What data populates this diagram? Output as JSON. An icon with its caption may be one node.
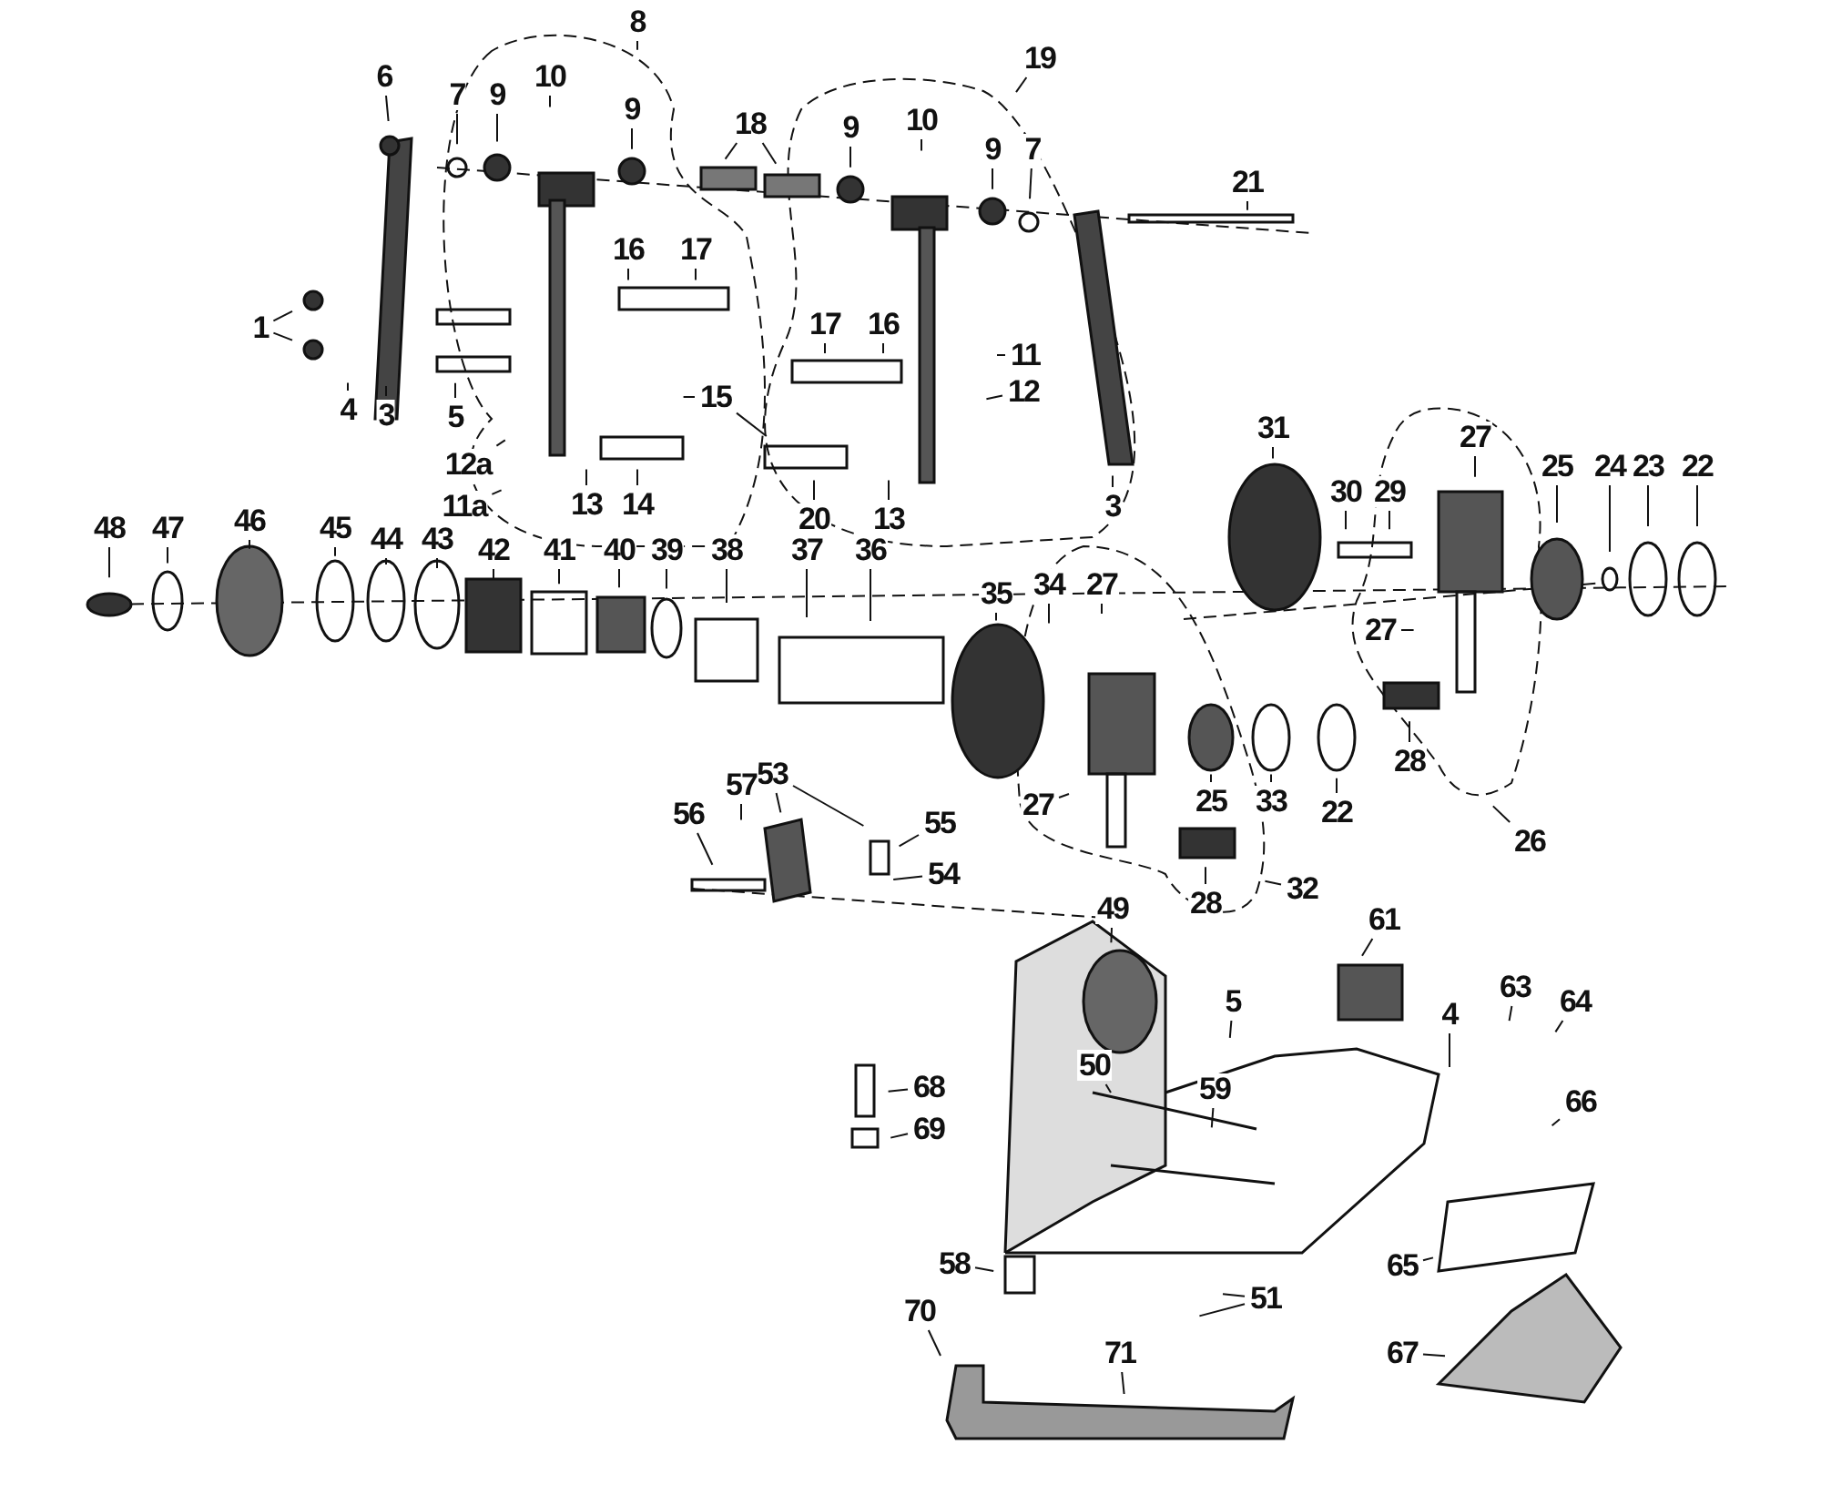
{
  "diagram": {
    "nodes": [
      {
        "text": [
          "1"
        ]
      },
      {
        "text": [
          "6"
        ]
      },
      {
        "text": [
          "7"
        ]
      },
      {
        "text": [
          "9"
        ]
      },
      {
        "text": [
          "8"
        ]
      },
      {
        "text": [
          "10"
        ]
      },
      {
        "text": [
          "9"
        ]
      },
      {
        "text": [
          "18"
        ]
      },
      {
        "text": [
          "9"
        ]
      },
      {
        "text": [
          "10"
        ]
      },
      {
        "text": [
          "19"
        ]
      },
      {
        "text": [
          "9"
        ]
      },
      {
        "text": [
          "7"
        ]
      },
      {
        "text": [
          "21"
        ]
      },
      {
        "text": [
          "16"
        ]
      },
      {
        "text": [
          "17"
        ]
      },
      {
        "text": [
          "17"
        ]
      },
      {
        "text": [
          "16"
        ]
      },
      {
        "text": [
          "11"
        ]
      },
      {
        "text": [
          "12"
        ]
      },
      {
        "text": [
          "15"
        ]
      },
      {
        "text": [
          "3"
        ]
      },
      {
        "text": [
          "4"
        ]
      },
      {
        "text": [
          "5"
        ]
      },
      {
        "text": [
          "12a"
        ]
      },
      {
        "text": [
          "11a"
        ]
      },
      {
        "text": [
          "13"
        ]
      },
      {
        "text": [
          "14"
        ]
      },
      {
        "text": [
          "20"
        ]
      },
      {
        "text": [
          "13"
        ]
      },
      {
        "text": [
          "3"
        ]
      },
      {
        "text": [
          "31"
        ]
      },
      {
        "text": [
          "27"
        ]
      },
      {
        "text": [
          "25"
        ]
      },
      {
        "text": [
          "24"
        ]
      },
      {
        "text": [
          "23"
        ]
      },
      {
        "text": [
          "22"
        ]
      },
      {
        "text": [
          "30"
        ]
      },
      {
        "text": [
          "29"
        ]
      },
      {
        "text": [
          "48"
        ]
      },
      {
        "text": [
          "47"
        ]
      },
      {
        "text": [
          "46"
        ]
      },
      {
        "text": [
          "45"
        ]
      },
      {
        "text": [
          "44"
        ]
      },
      {
        "text": [
          "43"
        ]
      },
      {
        "text": [
          "42"
        ]
      },
      {
        "text": [
          "41"
        ]
      },
      {
        "text": [
          "40"
        ]
      },
      {
        "text": [
          "39"
        ]
      },
      {
        "text": [
          "38"
        ]
      },
      {
        "text": [
          "37"
        ]
      },
      {
        "text": [
          "36"
        ]
      },
      {
        "text": [
          "35"
        ]
      },
      {
        "text": [
          "34"
        ]
      },
      {
        "text": [
          "27"
        ]
      },
      {
        "text": [
          "27"
        ]
      },
      {
        "text": [
          "28"
        ]
      },
      {
        "text": [
          "25"
        ]
      },
      {
        "text": [
          "33"
        ]
      },
      {
        "text": [
          "22"
        ]
      },
      {
        "text": [
          "27"
        ]
      },
      {
        "text": [
          "26"
        ]
      },
      {
        "text": [
          "53"
        ]
      },
      {
        "text": [
          "57"
        ]
      },
      {
        "text": [
          "56"
        ]
      },
      {
        "text": [
          "55"
        ]
      },
      {
        "text": [
          "54"
        ]
      },
      {
        "text": [
          "28"
        ]
      },
      {
        "text": [
          "32"
        ]
      },
      {
        "text": [
          "49"
        ]
      },
      {
        "text": [
          "61"
        ]
      },
      {
        "text": [
          "5"
        ]
      },
      {
        "text": [
          "63"
        ]
      },
      {
        "text": [
          "64"
        ]
      },
      {
        "text": [
          "4"
        ]
      },
      {
        "text": [
          "50"
        ]
      },
      {
        "text": [
          "59"
        ]
      },
      {
        "text": [
          "68"
        ]
      },
      {
        "text": [
          "69"
        ]
      },
      {
        "text": [
          "66"
        ]
      },
      {
        "text": [
          "58"
        ]
      },
      {
        "text": [
          "65"
        ]
      },
      {
        "text": [
          "51"
        ]
      },
      {
        "text": [
          "70"
        ]
      },
      {
        "text": [
          "71"
        ]
      },
      {
        "text": [
          "67"
        ]
      }
    ],
    "edges": [
      {
        "from": 0,
        "to": null,
        "arrow": "none"
      },
      {
        "from": 0,
        "to": null,
        "arrow": "none"
      },
      {
        "from": 1,
        "to": null,
        "arrow": "none"
      },
      {
        "from": 2,
        "to": null,
        "arrow": "none"
      },
      {
        "from": 3,
        "to": null,
        "arrow": "none"
      },
      {
        "from": 4,
        "to": null,
        "arrow": "none"
      },
      {
        "from": 5,
        "to": null,
        "arrow": "none"
      },
      {
        "from": 6,
        "to": null,
        "arrow": "none"
      },
      {
        "from": 7,
        "to": null,
        "arrow": "none"
      },
      {
        "from": 7,
        "to": null,
        "arrow": "none"
      },
      {
        "from": 8,
        "to": null,
        "arrow": "none"
      },
      {
        "from": 9,
        "to": null,
        "arrow": "none"
      },
      {
        "from": 10,
        "to": null,
        "arrow": "none"
      },
      {
        "from": 11,
        "to": null,
        "arrow": "none"
      },
      {
        "from": 12,
        "to": null,
        "arrow": "none"
      },
      {
        "from": 13,
        "to": null,
        "arrow": "none"
      },
      {
        "from": 14,
        "to": null,
        "arrow": "none"
      },
      {
        "from": 15,
        "to": null,
        "arrow": "none"
      },
      {
        "from": 16,
        "to": null,
        "arrow": "none"
      },
      {
        "from": 17,
        "to": null,
        "arrow": "none"
      },
      {
        "from": 18,
        "to": null,
        "arrow": "none"
      },
      {
        "from": 19,
        "to": null,
        "arrow": "none"
      },
      {
        "from": 20,
        "to": null,
        "arrow": "none"
      },
      {
        "from": 20,
        "to": null,
        "arrow": "none"
      },
      {
        "from": 21,
        "to": null,
        "arrow": "none"
      },
      {
        "from": 22,
        "to": null,
        "arrow": "none"
      },
      {
        "from": 23,
        "to": null,
        "arrow": "none"
      },
      {
        "from": 24,
        "to": null,
        "arrow": "none"
      },
      {
        "from": 25,
        "to": null,
        "arrow": "none"
      },
      {
        "from": 26,
        "to": null,
        "arrow": "none"
      },
      {
        "from": 27,
        "to": null,
        "arrow": "none"
      },
      {
        "from": 28,
        "to": null,
        "arrow": "none"
      },
      {
        "from": 29,
        "to": null,
        "arrow": "none"
      },
      {
        "from": 30,
        "to": null,
        "arrow": "none"
      },
      {
        "from": 31,
        "to": null,
        "arrow": "none"
      },
      {
        "from": 32,
        "to": null,
        "arrow": "none"
      },
      {
        "from": 33,
        "to": null,
        "arrow": "none"
      },
      {
        "from": 34,
        "to": null,
        "arrow": "none"
      },
      {
        "from": 35,
        "to": null,
        "arrow": "none"
      },
      {
        "from": 36,
        "to": null,
        "arrow": "none"
      },
      {
        "from": 37,
        "to": null,
        "arrow": "none"
      },
      {
        "from": 38,
        "to": null,
        "arrow": "none"
      },
      {
        "from": 39,
        "to": null,
        "arrow": "none"
      },
      {
        "from": 40,
        "to": null,
        "arrow": "none"
      },
      {
        "from": 41,
        "to": null,
        "arrow": "none"
      },
      {
        "from": 42,
        "to": null,
        "arrow": "none"
      },
      {
        "from": 43,
        "to": null,
        "arrow": "none"
      },
      {
        "from": 44,
        "to": null,
        "arrow": "none"
      },
      {
        "from": 45,
        "to": null,
        "arrow": "none"
      },
      {
        "from": 46,
        "to": null,
        "arrow": "none"
      },
      {
        "from": 47,
        "to": null,
        "arrow": "none"
      },
      {
        "from": 48,
        "to": null,
        "arrow": "none"
      },
      {
        "from": 49,
        "to": null,
        "arrow": "none"
      },
      {
        "from": 50,
        "to": null,
        "arrow": "none"
      },
      {
        "from": 51,
        "to": null,
        "arrow": "none"
      },
      {
        "from": 52,
        "to": null,
        "arrow": "none"
      },
      {
        "from": 53,
        "to": null,
        "arrow": "none"
      },
      {
        "from": 54,
        "to": null,
        "arrow": "none"
      },
      {
        "from": 55,
        "to": null,
        "arrow": "none"
      },
      {
        "from": 56,
        "to": null,
        "arrow": "none"
      },
      {
        "from": 57,
        "to": null,
        "arrow": "none"
      },
      {
        "from": 58,
        "to": null,
        "arrow": "none"
      },
      {
        "from": 59,
        "to": null,
        "arrow": "none"
      },
      {
        "from": 60,
        "to": null,
        "arrow": "none"
      },
      {
        "from": 61,
        "to": null,
        "arrow": "none"
      },
      {
        "from": 62,
        "to": null,
        "arrow": "none"
      },
      {
        "from": 62,
        "to": null,
        "arrow": "none"
      },
      {
        "from": 63,
        "to": null,
        "arrow": "none"
      },
      {
        "from": 64,
        "to": null,
        "arrow": "none"
      },
      {
        "from": 65,
        "to": null,
        "arrow": "none"
      },
      {
        "from": 66,
        "to": null,
        "arrow": "none"
      },
      {
        "from": 67,
        "to": null,
        "arrow": "none"
      },
      {
        "from": 68,
        "to": null,
        "arrow": "none"
      },
      {
        "from": 69,
        "to": null,
        "arrow": "none"
      },
      {
        "from": 70,
        "to": null,
        "arrow": "none"
      },
      {
        "from": 71,
        "to": null,
        "arrow": "none"
      },
      {
        "from": 72,
        "to": null,
        "arrow": "none"
      },
      {
        "from": 73,
        "to": null,
        "arrow": "none"
      },
      {
        "from": 74,
        "to": null,
        "arrow": "none"
      },
      {
        "from": 75,
        "to": null,
        "arrow": "none"
      },
      {
        "from": 76,
        "to": null,
        "arrow": "none"
      },
      {
        "from": 77,
        "to": null,
        "arrow": "none"
      },
      {
        "from": 78,
        "to": null,
        "arrow": "none"
      },
      {
        "from": 79,
        "to": null,
        "arrow": "none"
      },
      {
        "from": 80,
        "to": null,
        "arrow": "none"
      },
      {
        "from": 81,
        "to": null,
        "arrow": "none"
      },
      {
        "from": 82,
        "to": null,
        "arrow": "none"
      },
      {
        "from": 82,
        "to": null,
        "arrow": "none"
      },
      {
        "from": 83,
        "to": null,
        "arrow": "none"
      },
      {
        "from": 84,
        "to": null,
        "arrow": "none"
      },
      {
        "from": 85,
        "to": null,
        "arrow": "none"
      }
    ]
  }
}
